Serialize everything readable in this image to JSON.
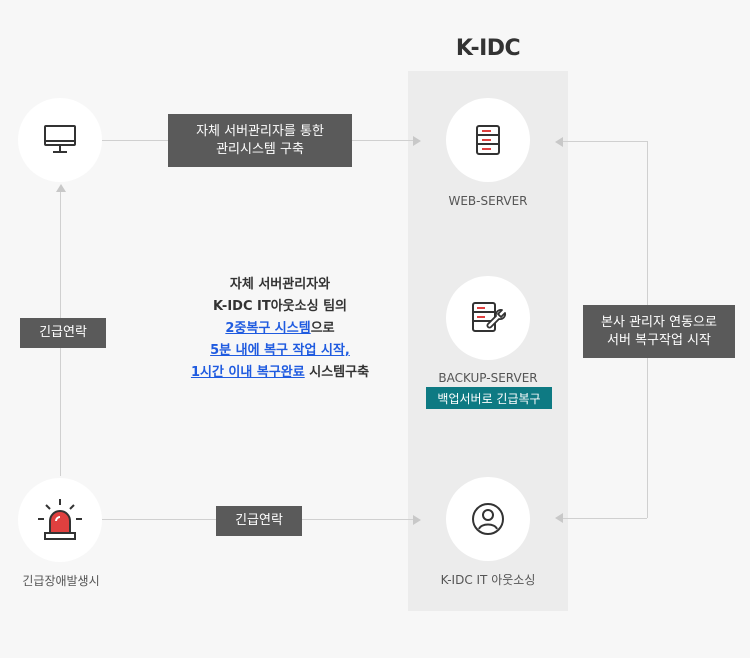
{
  "panel_title": "K-IDC",
  "nodes": {
    "web_server": "WEB-SERVER",
    "backup_server": "BACKUP-SERVER",
    "backup_badge": "백업서버로 긴급복구",
    "outsourcing": "K-IDC IT 아웃소싱",
    "emergency": "긴급장애발생시"
  },
  "tags": {
    "build_line1": "자체 서버관리자를 통한",
    "build_line2": "관리시스템 구축",
    "left_contact": "긴급연락",
    "bottom_contact": "긴급연락",
    "right_line1": "본사 관리자 연동으로",
    "right_line2": "서버 복구작업 시작"
  },
  "center": {
    "line1": "자체 서버관리자와",
    "line2": "K-IDC IT아웃소싱 팀의",
    "line3_highlight": "2중복구 시스템",
    "line3_rest": "으로",
    "line4_highlight": "5분 내에 복구 작업 시작,",
    "line5_highlight": "1시간 이내 복구완료",
    "line5_rest": " 시스템구축"
  },
  "icons": [
    "monitor-icon",
    "server-icon",
    "backup-server-icon",
    "user-circle-icon",
    "alarm-siren-icon"
  ],
  "colors": {
    "background": "#f7f7f7",
    "panel": "#ececec",
    "tag": "#5a5a5a",
    "teal_badge": "#0e7a83",
    "highlight_blue": "#1f5be0",
    "siren_red": "#e0403f"
  }
}
